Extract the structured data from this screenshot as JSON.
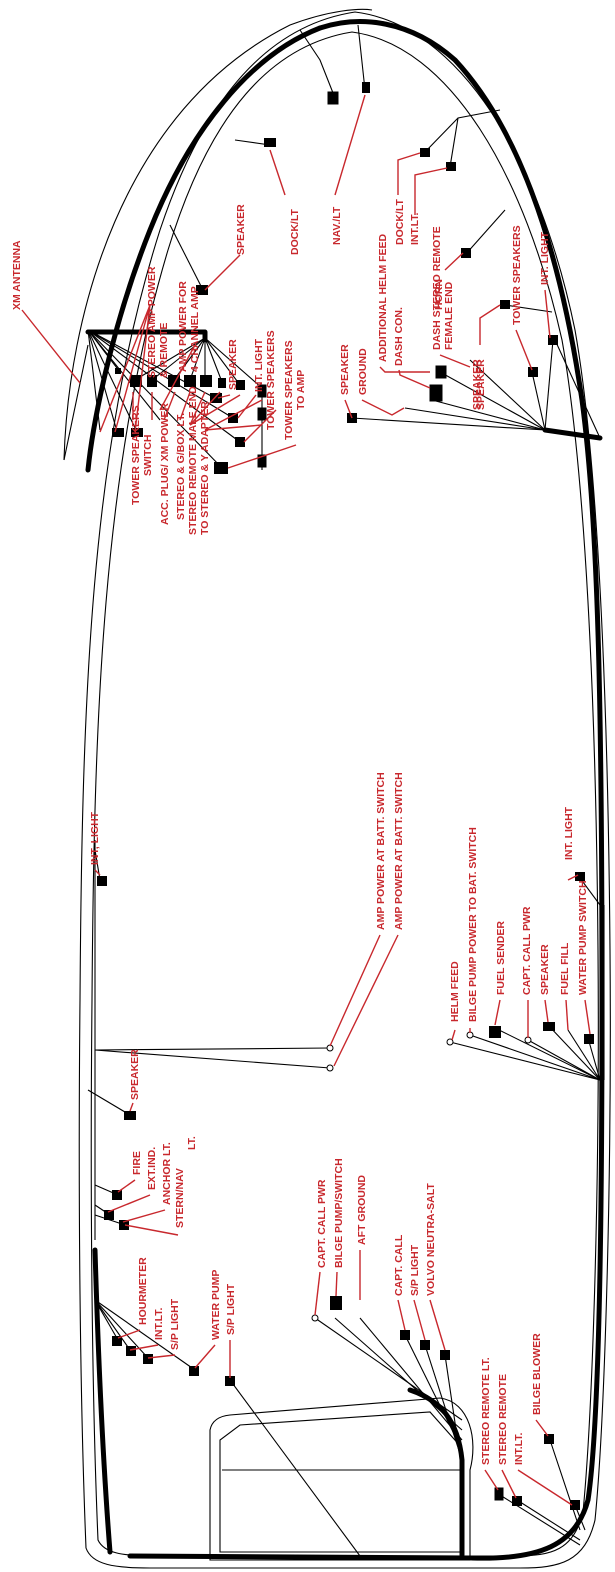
{
  "colors": {
    "label": "#c8282d",
    "wire": "#000000",
    "background": "#ffffff"
  },
  "labels": {
    "xm_antenna": "XM ANTENNA",
    "speaker_bow_port": "SPEAKER",
    "dock_lt_port": "DOCK/LT",
    "nav_lt": "NAV./LT",
    "dock_lt_stbd": "DOCK/LT",
    "int_lt_bow": "INT.LT.",
    "horn": "HORN",
    "speaker_bow_stbd": "SPEAKER",
    "stereo_amp_power": "STEREO AMP POWER",
    "stereo_amp_remote": "& REMOTE",
    "amp_power_for": "AMP POWER FOR",
    "amp_4_channel": "4 CHANNEL AMP",
    "speaker_port_mid": "SPEAKER",
    "int_light_port_mid": "INT. LIGHT",
    "tower_speakers_port": "TOWER SPEAKERS",
    "tower_speakers_to": "TOWER SPEAKERS",
    "to_amp": "TO AMP",
    "speaker_stbd_dash": "SPEAKER",
    "ground": "GROUND",
    "additional_helm_feed": "ADDITIONAL HELM FEED",
    "dash_con": "DASH CON.",
    "dash_stereo_remote": "DASH STEREO REMOTE",
    "female_end": "FEMALE END",
    "speaker_stbd_fwd": "SPEAKER",
    "tower_speakers_stbd": "TOWER SPEAKERS",
    "int_light_stbd_fwd": "INT. LIGHT",
    "int_light_port": "INT, LIGHT",
    "tower_speakers_switch_1": "TOWER SPEAKERS",
    "tower_speakers_switch_2": "SWITCH",
    "acc_plug": "ACC. PLUG/ XM POWER",
    "stereo_gbox": "STEREO & G/BOX LT.",
    "stereo_remote_male": "STEREO REMOTE MALE END",
    "to_stereo_y": "TO STEREO & Y ADAPTER",
    "amp_power_batt_1": "AMP POWER AT BATT. SWITCH",
    "amp_power_batt_2": "AMP POWER AT BATT. SWITCH",
    "int_light_stbd_mid": "INT. LIGHT",
    "helm_feed": "HELM FEED",
    "bilge_pump_power": "BILGE PUMP POWER TO BAT. SWITCH",
    "fuel_sender": "FUEL SENDER",
    "capt_call_pwr_helm": "CAPT. CALL PWR",
    "speaker_helm": "SPEAKER",
    "fuel_fill": "FUEL FILL",
    "water_pump_switch": "WATER PUMP SWITCH",
    "speaker_port_aft": "SPEAKER",
    "fire": "FIRE",
    "ext_ind": "EXT.IND.",
    "anchor_lt": "ANCHOR LT.",
    "stern_nav_1": "STERN/NAV",
    "stern_nav_2": "LT.",
    "capt_call_pwr_aft": "CAPT. CALL PWR",
    "bilge_pump_switch": "BILGE PUMP/SWITCH",
    "aft_ground": "AFT GROUND",
    "capt_call": "CAPT. CALL",
    "sp_light_aft_mid": "S/P LIGHT",
    "volvo_neutra_salt": "VOLVO NEUTRA-SALT",
    "hourmeter": "HOURMETER",
    "int_lt_aft_port": "INT.LT.",
    "sp_light_port": "S/P LIGHT",
    "water_pump": "WATER PUMP",
    "sp_light_stern": "S/P LIGHT",
    "stereo_remote_lt": "STEREO REMOTE LT.",
    "stereo_remote": "STEREO REMOTE",
    "int_lt_aft_stbd": "INT.LT.",
    "bilge_blower": "BILGE BLOWER"
  }
}
